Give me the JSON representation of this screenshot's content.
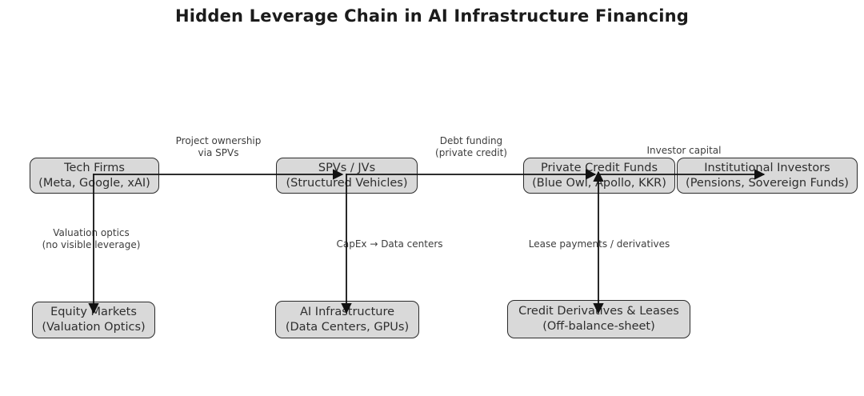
{
  "title": "Hidden Leverage Chain in AI Infrastructure Financing",
  "nodes": {
    "tech_firms": {
      "label": "Tech Firms",
      "sublabel": "(Meta, Google, xAI)"
    },
    "spvs_jvs": {
      "label": "SPVs / JVs",
      "sublabel": "(Structured Vehicles)"
    },
    "private_credit": {
      "label": "Private Credit Funds",
      "sublabel": "(Blue Owl, Apollo, KKR)"
    },
    "institutional": {
      "label": "Institutional Investors",
      "sublabel": "(Pensions, Sovereign Funds)"
    },
    "equity_markets": {
      "label": "Equity Markets",
      "sublabel": "(Valuation Optics)"
    },
    "ai_infrastructure": {
      "label": "AI Infrastructure",
      "sublabel": "(Data Centers, GPUs)"
    },
    "credit_derivatives": {
      "label": "Credit Derivatives & Leases",
      "sublabel": "(Off-balance-sheet)"
    }
  },
  "edges": {
    "project_ownership": {
      "line1": "Project ownership",
      "line2": "via SPVs"
    },
    "debt_funding": {
      "line1": "Debt funding",
      "line2": "(private credit)"
    },
    "investor_capital": {
      "line1": "Investor capital"
    },
    "valuation_optics": {
      "line1": "Valuation optics",
      "line2": "(no visible leverage)"
    },
    "capex": {
      "line1": "CapEx → Data centers"
    },
    "lease_payments": {
      "line1": "Lease payments / derivatives"
    }
  },
  "colors": {
    "background": "#ffffff",
    "box_fill": "#d9d9d9",
    "box_border": "#2b2b2b",
    "node_text": "#2e2e2e",
    "arrow": "#111111",
    "edge_label_text": "#3d3d3d",
    "title_text": "#1b1b1b"
  }
}
